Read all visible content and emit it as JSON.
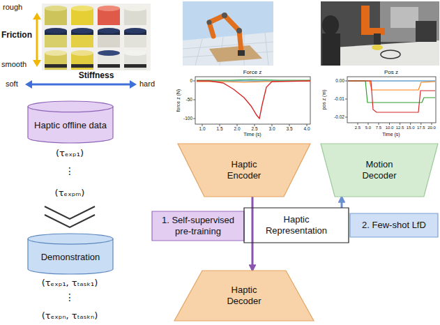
{
  "diagram": {
    "nodes": [
      {
        "text": [
          "Haptic offline data"
        ]
      },
      {
        "text": [
          "Demonstration"
        ]
      },
      {
        "text": [
          "Haptic Encoder"
        ]
      },
      {
        "text": [
          "Motion Decoder"
        ]
      },
      {
        "text": [
          "1. Self-supervised pre-training"
        ]
      },
      {
        "text": [
          "Haptic Representation"
        ]
      },
      {
        "text": [
          "2. Few-shot LfD"
        ]
      },
      {
        "text": [
          "Haptic Decoder"
        ]
      }
    ],
    "edges": [
      {
        "from": 2,
        "to": 7,
        "arrow": "to"
      },
      {
        "from": 5,
        "to": 3,
        "arrow": "to"
      }
    ],
    "labels": [
      "rough",
      "Friction",
      "smooth",
      "soft",
      "Stiffness",
      "hard",
      "(τₑₓₚ₁)",
      "⋮",
      "(τₑₓₚₘ)",
      "(τₑₓₚ₁, τₜₐₛₖ₁)",
      "⋮",
      "(τₑₓₚₙ, τₜₐₛₖₙ)",
      "Force z",
      "force z (N)",
      "Time (s)",
      "0",
      "-50",
      "-100",
      "1.0",
      "1.5",
      "2.0",
      "2.5",
      "3.0",
      "3.5",
      "4.0",
      "Pos z",
      "pos z (m)",
      "Time (s)",
      "0.00",
      "-0.01",
      "-0.02",
      "2.5",
      "5.0",
      "7.5",
      "10.0",
      "12.5",
      "15.0",
      "17.5",
      "20.0"
    ]
  }
}
